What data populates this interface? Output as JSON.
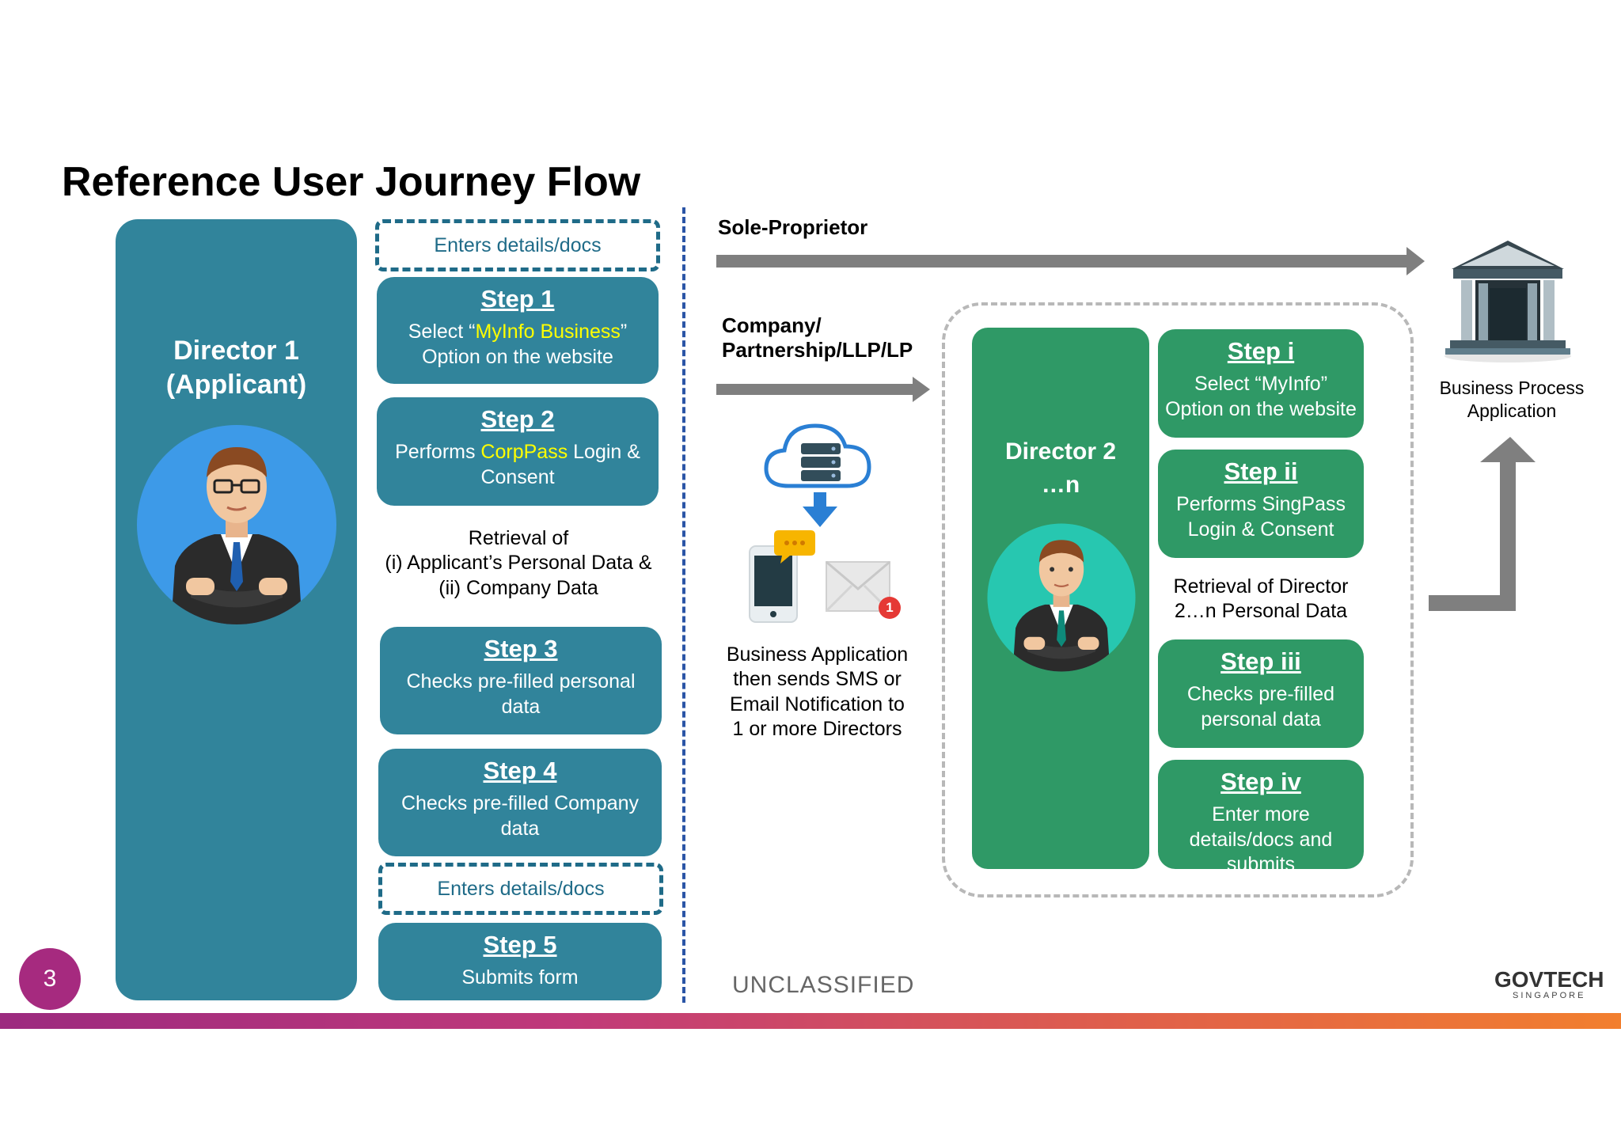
{
  "title": "Reference User Journey Flow",
  "director1": {
    "name_line1": "Director 1",
    "name_line2": "(Applicant)"
  },
  "left_flow": {
    "enters_top": "Enters details/docs",
    "step1": {
      "title": "Step 1",
      "body_pre": "Select “",
      "body_highlight": "MyInfo Business",
      "body_post": "”",
      "body_line2": "Option on the website"
    },
    "step2": {
      "title": "Step 2",
      "body_pre": "Performs ",
      "body_highlight": "CorpPass",
      "body_post": " Login &",
      "body_line2": "Consent"
    },
    "retrieval": {
      "line1": "Retrieval of",
      "line2": "(i) Applicant’s Personal Data &",
      "line3": "(ii) Company Data"
    },
    "step3": {
      "title": "Step 3",
      "body_line1": "Checks pre-filled personal",
      "body_line2": "data"
    },
    "step4": {
      "title": "Step 4",
      "body_line1": "Checks pre-filled Company",
      "body_line2": "data"
    },
    "enters_bottom": "Enters details/docs",
    "step5": {
      "title": "Step 5",
      "body_line1": "Submits form"
    }
  },
  "middle": {
    "sole_proprietor": "Sole-Proprietor",
    "company_line1": "Company/",
    "company_line2": "Partnership/LLP/LP",
    "notification": {
      "line1": "Business Application",
      "line2": "then sends SMS or",
      "line3": "Email Notification to",
      "line4": "1 or more Directors"
    },
    "badge": "1"
  },
  "director2": {
    "name_line1": "Director 2",
    "name_line2": "…n",
    "stepi": {
      "title": "Step i",
      "body_line1": "Select “MyInfo”",
      "body_line2": "Option on the website"
    },
    "stepii": {
      "title": "Step ii",
      "body_line1": "Performs SingPass",
      "body_line2": "Login & Consent"
    },
    "retrieval": {
      "line1": "Retrieval of Director",
      "line2": "2…n Personal Data"
    },
    "stepiii": {
      "title": "Step iii",
      "body_line1": "Checks pre-filled",
      "body_line2": "personal data"
    },
    "stepiv": {
      "title": "Step iv",
      "body_line1": "Enter more",
      "body_line2": "details/docs and",
      "body_line3": "submits"
    }
  },
  "bpa": {
    "line1": "Business Process",
    "line2": "Application"
  },
  "footer": {
    "classification": "UNCLASSIFIED",
    "page_number": "3",
    "logo_gov": "GOV",
    "logo_tech": "TECH",
    "logo_sub": "SINGAPORE"
  },
  "colors": {
    "primary_blue": "#31849b",
    "primary_green": "#2f9966",
    "highlight_yellow": "#ffff00",
    "arrow_gray": "#7f7f7f",
    "page_number_bg": "#a62a7f"
  },
  "icons": [
    "businessman-icon",
    "cloud-server-icon",
    "smartphone-icon",
    "chat-bubble-icon",
    "envelope-icon",
    "bank-building-icon",
    "arrow-right-icon",
    "arrow-up-icon"
  ]
}
